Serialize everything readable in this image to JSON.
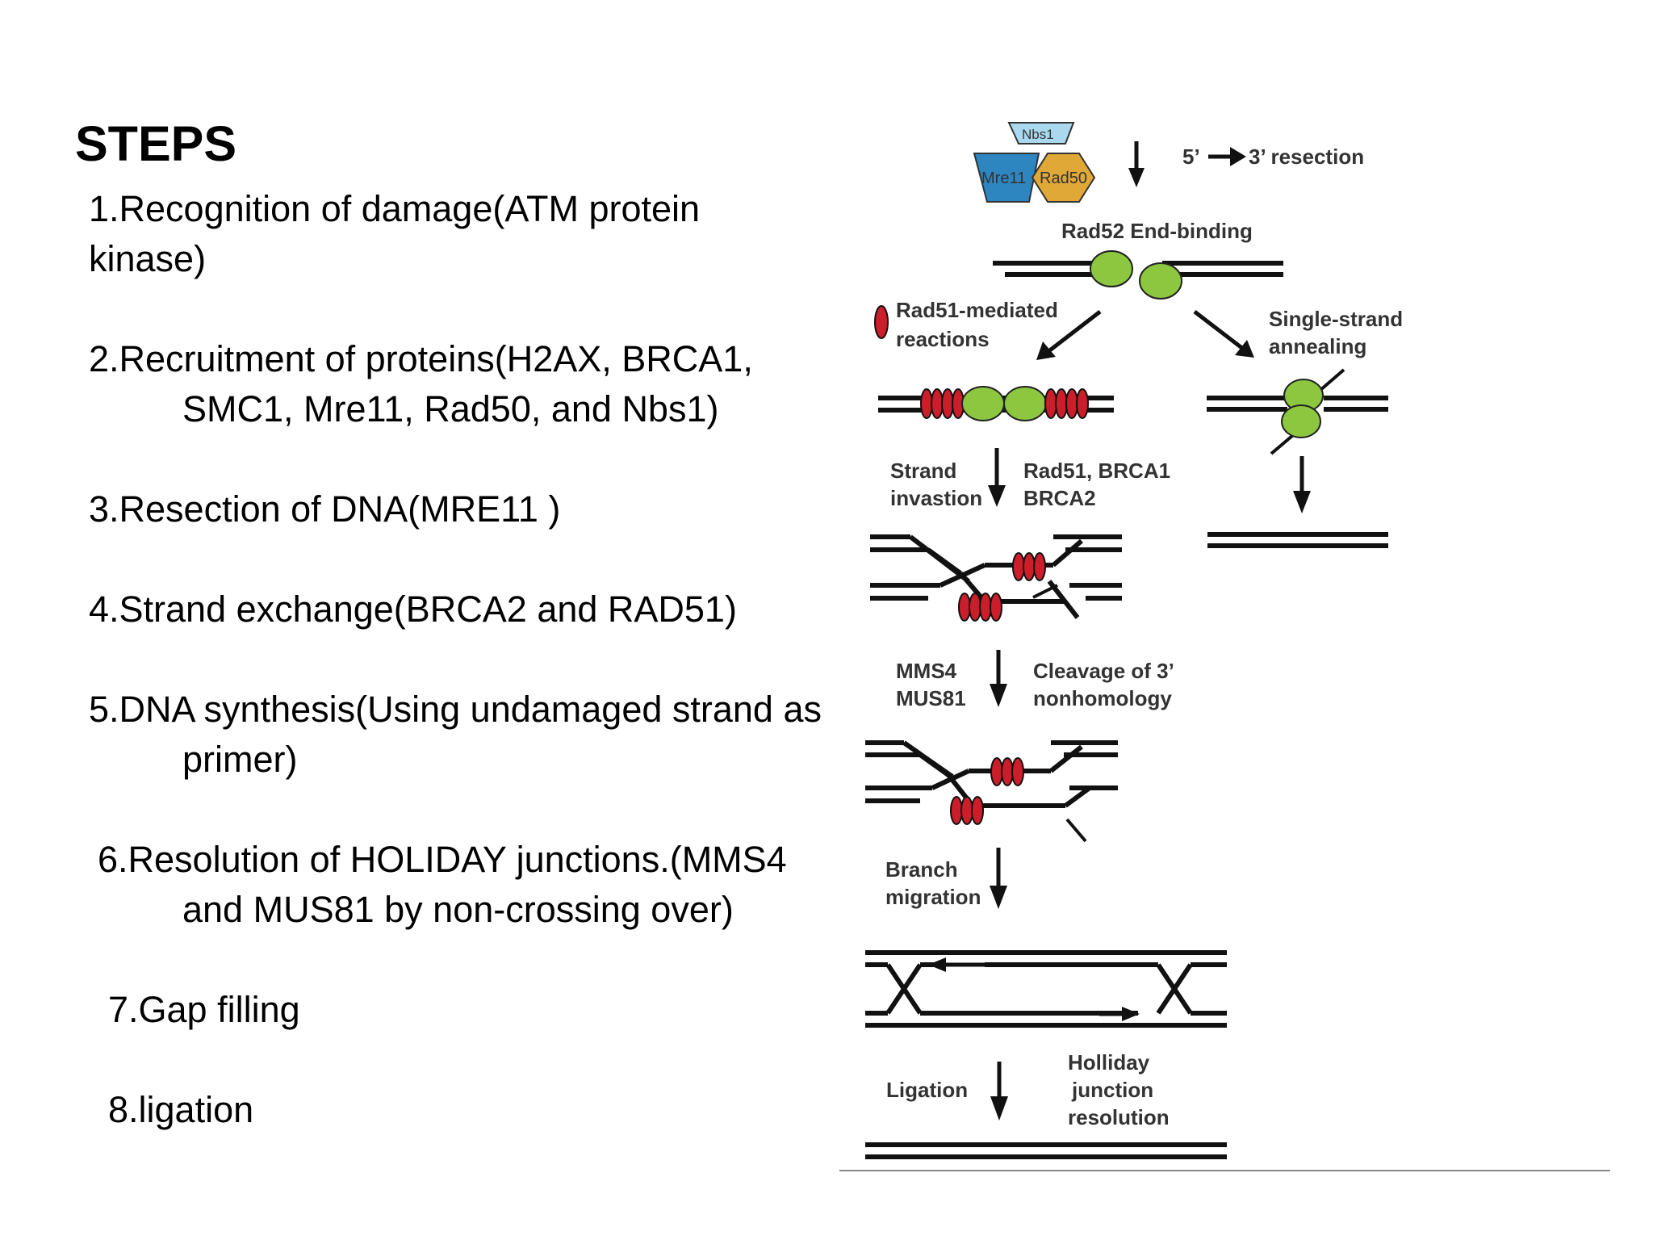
{
  "title": "STEPS",
  "steps": [
    {
      "line1": "1.Recognition of damage(ATM protein",
      "line2": "kinase)"
    },
    {
      "line1": "2.Recruitment of proteins(H2AX, BRCA1,",
      "line2": "SMC1, Mre11, Rad50, and Nbs1)"
    },
    {
      "line1": "3.Resection of DNA(MRE11 )"
    },
    {
      "line1": "4.Strand exchange(BRCA2 and RAD51)"
    },
    {
      "line1": "5.DNA synthesis(Using undamaged strand as",
      "line2": "primer)"
    },
    {
      "line1": "6.Resolution of  HOLIDAY junctions.(MMS4",
      "line2": "and MUS81 by non-crossing over)"
    },
    {
      "line1": "7.Gap filling"
    },
    {
      "line1": "8.ligation"
    }
  ],
  "diagram": {
    "proteins": {
      "nbs1": "Nbs1",
      "mre11": "Mre11",
      "rad50": "Rad50"
    },
    "colors": {
      "mre11": "#2e86c1",
      "rad50": "#e0a836",
      "nbs1": "#a9d8ef",
      "rad52": "#8dc63f",
      "rad51": "#cc1e2a"
    },
    "resection_5": "5’",
    "resection_3": "3’ resection",
    "rad52": "Rad52 End-binding",
    "rad51_line1": "Rad51-mediated",
    "rad51_line2": "reactions",
    "ssa_line1": "Single-strand",
    "ssa_line2": "annealing",
    "strand_line1": "Strand",
    "strand_line2": "invastion",
    "brca_line1": "Rad51, BRCA1",
    "brca_line2": "BRCA2",
    "mms4": "MMS4",
    "mus81": "MUS81",
    "cleave_line1": "Cleavage of 3’",
    "cleave_line2": "nonhomology",
    "branch_line1": "Branch",
    "branch_line2": "migration",
    "ligation": "Ligation",
    "holl_line1": "Holliday",
    "holl_line2": "junction",
    "holl_line3": "resolution"
  }
}
